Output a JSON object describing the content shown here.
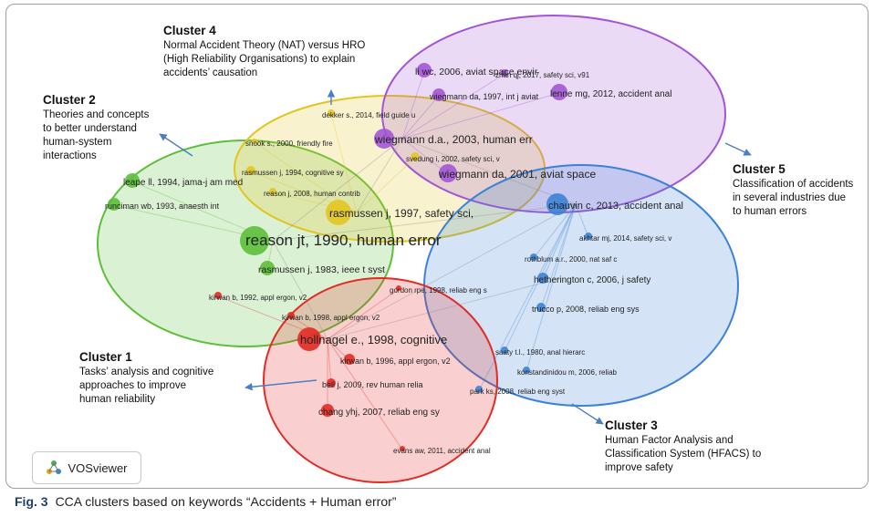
{
  "clusters": [
    {
      "id": "c1",
      "title": "Cluster 1",
      "desc": "Tasks’ analysis and cognitive\napproaches to improve\nhuman reliability",
      "color": "#e32a24"
    },
    {
      "id": "c2",
      "title": "Cluster 2",
      "desc": "Theories and concepts\nto better understand\nhuman-system\ninteractions",
      "color": "#5cbf3a"
    },
    {
      "id": "c3",
      "title": "Cluster 3",
      "desc": "Human Factor Analysis and\nClassification System (HFACS) to\nimprove safety",
      "color": "#3d82d6"
    },
    {
      "id": "c4",
      "title": "Cluster 4",
      "desc": " Normal Accident Theory (NAT) versus HRO\n(High Reliability Organisations) to explain\naccidents’ causation",
      "color": "#e3c522"
    },
    {
      "id": "c5",
      "title": "Cluster 5",
      "desc": "Classification of accidents\nin several industries due\nto human errors",
      "color": "#a355d6"
    }
  ],
  "nodes": [
    {
      "label": "reason jt, 1990, human error",
      "cluster": "c2"
    },
    {
      "label": "rasmussen j, 1997, safety sci,",
      "cluster": "c4"
    },
    {
      "label": "rasmussen j, 1983, ieee t syst",
      "cluster": "c2"
    },
    {
      "label": "rasmussen j, 1994, cognitive sy",
      "cluster": "c4"
    },
    {
      "label": "reason j, 2008, human contrib",
      "cluster": "c4"
    },
    {
      "label": "leape ll, 1994, jama-j am med",
      "cluster": "c2"
    },
    {
      "label": "runciman wb, 1993, anaesth int",
      "cluster": "c2"
    },
    {
      "label": "snook s., 2000, friendly fire",
      "cluster": "c4"
    },
    {
      "label": "dekker s., 2014, field guide u",
      "cluster": "c4"
    },
    {
      "label": "svedung i, 2002, safety sci, v",
      "cluster": "c4"
    },
    {
      "label": "wiegmann d.a., 2003, human err",
      "cluster": "c5"
    },
    {
      "label": "wiegmann da, 2001, aviat space",
      "cluster": "c5"
    },
    {
      "label": "wiegmann da, 1997, int j aviat",
      "cluster": "c5"
    },
    {
      "label": "li wc, 2006, aviat space envir",
      "cluster": "c5"
    },
    {
      "label": "zhan qj, 2017, safety sci, v91",
      "cluster": "c5"
    },
    {
      "label": "lenne mg, 2012, accident anal",
      "cluster": "c5"
    },
    {
      "label": "chauvin c, 2013, accident anal",
      "cluster": "c3"
    },
    {
      "label": "akhtar mj, 2014, safety sci, v",
      "cluster": "c3"
    },
    {
      "label": "rothblum a.r., 2000, nat saf c",
      "cluster": "c3"
    },
    {
      "label": "hetherington c, 2006, j safety",
      "cluster": "c3"
    },
    {
      "label": "trucco p, 2008, reliab eng sys",
      "cluster": "c3"
    },
    {
      "label": "saaty t.l., 1980, anal hierarc",
      "cluster": "c3"
    },
    {
      "label": "konstandinidou m, 2006, reliab",
      "cluster": "c3"
    },
    {
      "label": "park ks, 2008, reliab eng syst",
      "cluster": "c3"
    },
    {
      "label": "hollnagel e., 1998, cognitive",
      "cluster": "c1"
    },
    {
      "label": "kirwan b, 1996, appl ergon, v2",
      "cluster": "c1"
    },
    {
      "label": "kirwan b, 1992, appl ergon, v2",
      "cluster": "c1"
    },
    {
      "label": "kirwan b, 1998, appl ergon, v2",
      "cluster": "c1"
    },
    {
      "label": "gordon rpe, 1998, reliab eng s",
      "cluster": "c1"
    },
    {
      "label": "bell j, 2009, rev human relia",
      "cluster": "c1"
    },
    {
      "label": "chang yhj, 2007, reliab eng sy",
      "cluster": "c1"
    },
    {
      "label": "evans aw, 2011, accident anal",
      "cluster": "c1"
    }
  ],
  "logo": {
    "text": "VOSviewer",
    "icon": "vosviewer-logo-icon"
  },
  "caption": {
    "fig": "Fig. 3",
    "text": "CCA clusters based on keywords “Accidents + Human error”"
  }
}
